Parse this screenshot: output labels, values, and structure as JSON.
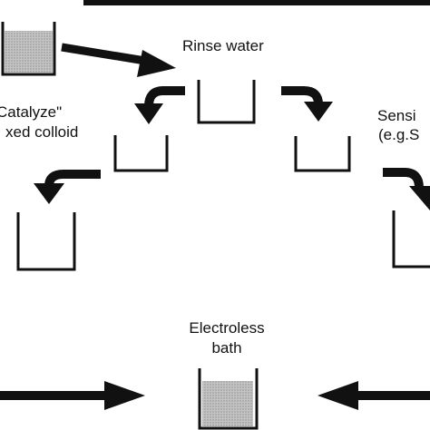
{
  "labels": {
    "rinse_water": "Rinse water",
    "catalyze_line1": "Catalyze\"",
    "catalyze_line2": "xed colloid",
    "sensitize_line1": "Sensi",
    "sensitize_line2": "(e.g.S",
    "electroless_line1": "Electroless",
    "electroless_line2": "bath"
  },
  "icons": {
    "arrow": "arrow-icon",
    "beaker": "beaker-icon"
  },
  "colors": {
    "ink": "#111111",
    "liquid_fill": "#b9b9b9",
    "background": "#ffffff"
  }
}
